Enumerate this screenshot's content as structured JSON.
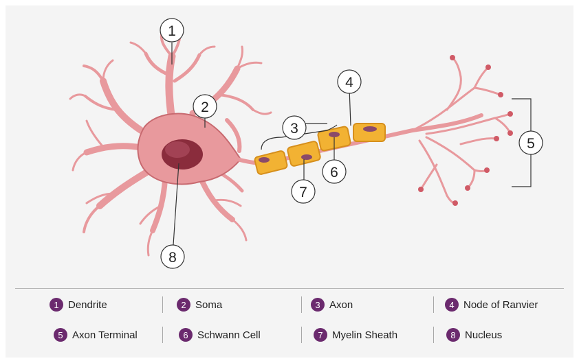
{
  "colors": {
    "badge": "#6b2a6e",
    "membrane": "#e8999d",
    "membrane_dark": "#c86a70",
    "nucleus": "#8a2c3c",
    "myelin": "#f2b233",
    "myelin_dark": "#d68f1c",
    "panel": "#f4f4f4"
  },
  "callouts": [
    "1",
    "2",
    "3",
    "4",
    "5",
    "6",
    "7",
    "8"
  ],
  "legend": [
    {
      "num": "1",
      "label": "Dendrite"
    },
    {
      "num": "2",
      "label": "Soma"
    },
    {
      "num": "3",
      "label": "Axon"
    },
    {
      "num": "4",
      "label": "Node of Ranvier"
    },
    {
      "num": "5",
      "label": "Axon Terminal"
    },
    {
      "num": "6",
      "label": "Schwann Cell"
    },
    {
      "num": "7",
      "label": "Myelin Sheath"
    },
    {
      "num": "8",
      "label": "Nucleus"
    }
  ]
}
